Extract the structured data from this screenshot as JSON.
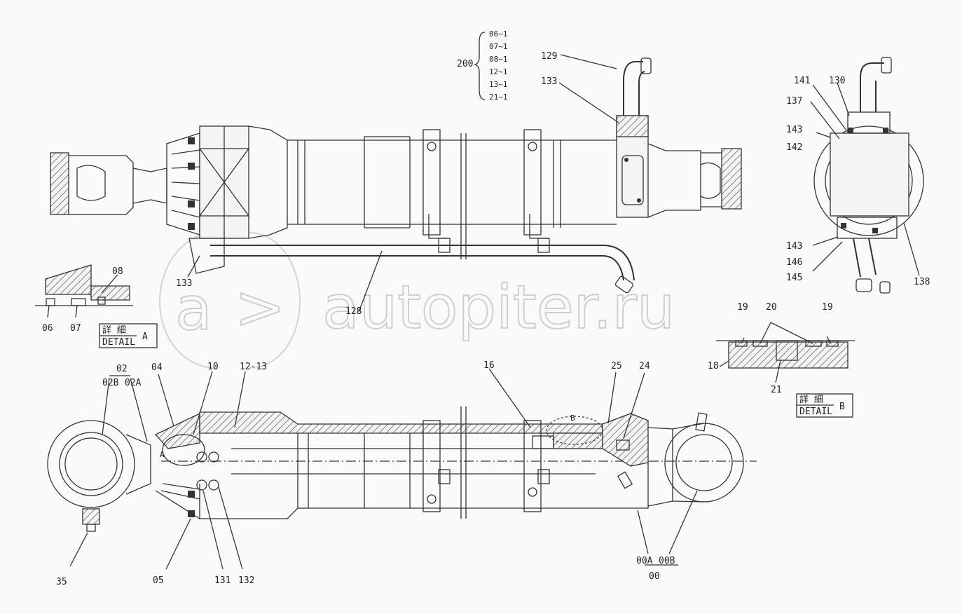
{
  "watermark": "autopiter.ru",
  "group200": {
    "label": "200",
    "items": [
      "06~1",
      "07~1",
      "08~1",
      "12~1",
      "13~1",
      "21~1"
    ]
  },
  "labels": {
    "l129": "129",
    "l133a": "133",
    "l133b": "133",
    "l128": "128",
    "l130": "130",
    "l141": "141",
    "l137": "137",
    "l143a": "143",
    "l142": "142",
    "l143b": "143",
    "l146": "146",
    "l145": "145",
    "l138": "138",
    "l08": "08",
    "l06": "06",
    "l07": "07",
    "l19a": "19",
    "l20": "20",
    "l19b": "19",
    "l18": "18",
    "l21": "21",
    "l02": "02",
    "l02b": "02B",
    "l02a": "02A",
    "l04": "04",
    "l10": "10",
    "l1213": "12-13",
    "l16": "16",
    "l25": "25",
    "l24": "24",
    "l35": "35",
    "l05": "05",
    "l131": "131",
    "l132": "132",
    "l00a": "00A",
    "l00b": "00B",
    "l00": "00",
    "markA": "A",
    "markB": "B"
  },
  "detailA": {
    "jp": "詳 細",
    "en": "DETAIL",
    "letter": "A"
  },
  "detailB": {
    "jp": "詳 細",
    "en": "DETAIL",
    "letter": "B"
  },
  "icons": [
    "bolt-icon",
    "cross-hatch-icon",
    "watermark-logo-icon"
  ]
}
